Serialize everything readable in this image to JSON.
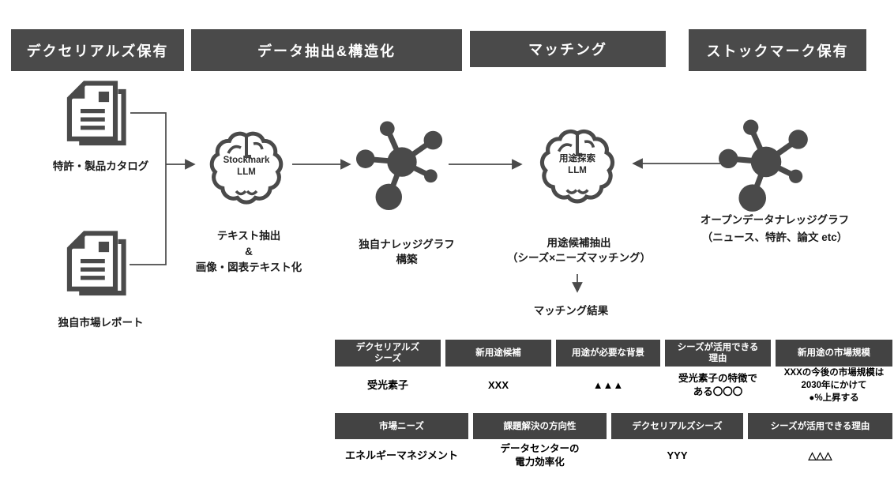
{
  "stage_headers": [
    "デクセリアルズ保有",
    "データ抽出&構造化",
    "マッチング",
    "ストックマーク保有"
  ],
  "sources": {
    "patent_catalog": "特許・製品カタログ",
    "market_report": "独自市場レポート"
  },
  "llm1": {
    "label": "Stockmark\nLLM",
    "caption": "テキスト抽出\n&\n画像・図表テキスト化"
  },
  "graph1": {
    "caption": "独自ナレッジグラフ\n構築"
  },
  "llm2": {
    "label": "用途探索\nLLM",
    "caption": "用途候補抽出\n（シーズ×ニーズマッチング）"
  },
  "graph2": {
    "caption": "オープンデータナレッジグラフ\n（ニュース、特許、論文 etc）"
  },
  "matching_result_label": "マッチング結果",
  "tables": [
    {
      "headers": [
        "デクセリアルズ\nシーズ",
        "新用途候補",
        "用途が必要な背景",
        "シーズが活用できる\n理由",
        "新用途の市場規模"
      ],
      "row": [
        "受光素子",
        "XXX",
        "▲▲▲",
        "受光素子の特徴で\nある〇〇〇",
        "XXXの今後の市場規模は\n2030年にかけて\n●%上昇する"
      ]
    },
    {
      "headers": [
        "市場ニーズ",
        "課題解決の方向性",
        "デクセリアルズシーズ",
        "シーズが活用できる理由"
      ],
      "row": [
        "エネルギーマネジメント",
        "データセンターの\n電力効率化",
        "YYY",
        "△△△"
      ]
    }
  ],
  "colors": {
    "dark": "#4a4a4a",
    "table_header": "#434343"
  }
}
